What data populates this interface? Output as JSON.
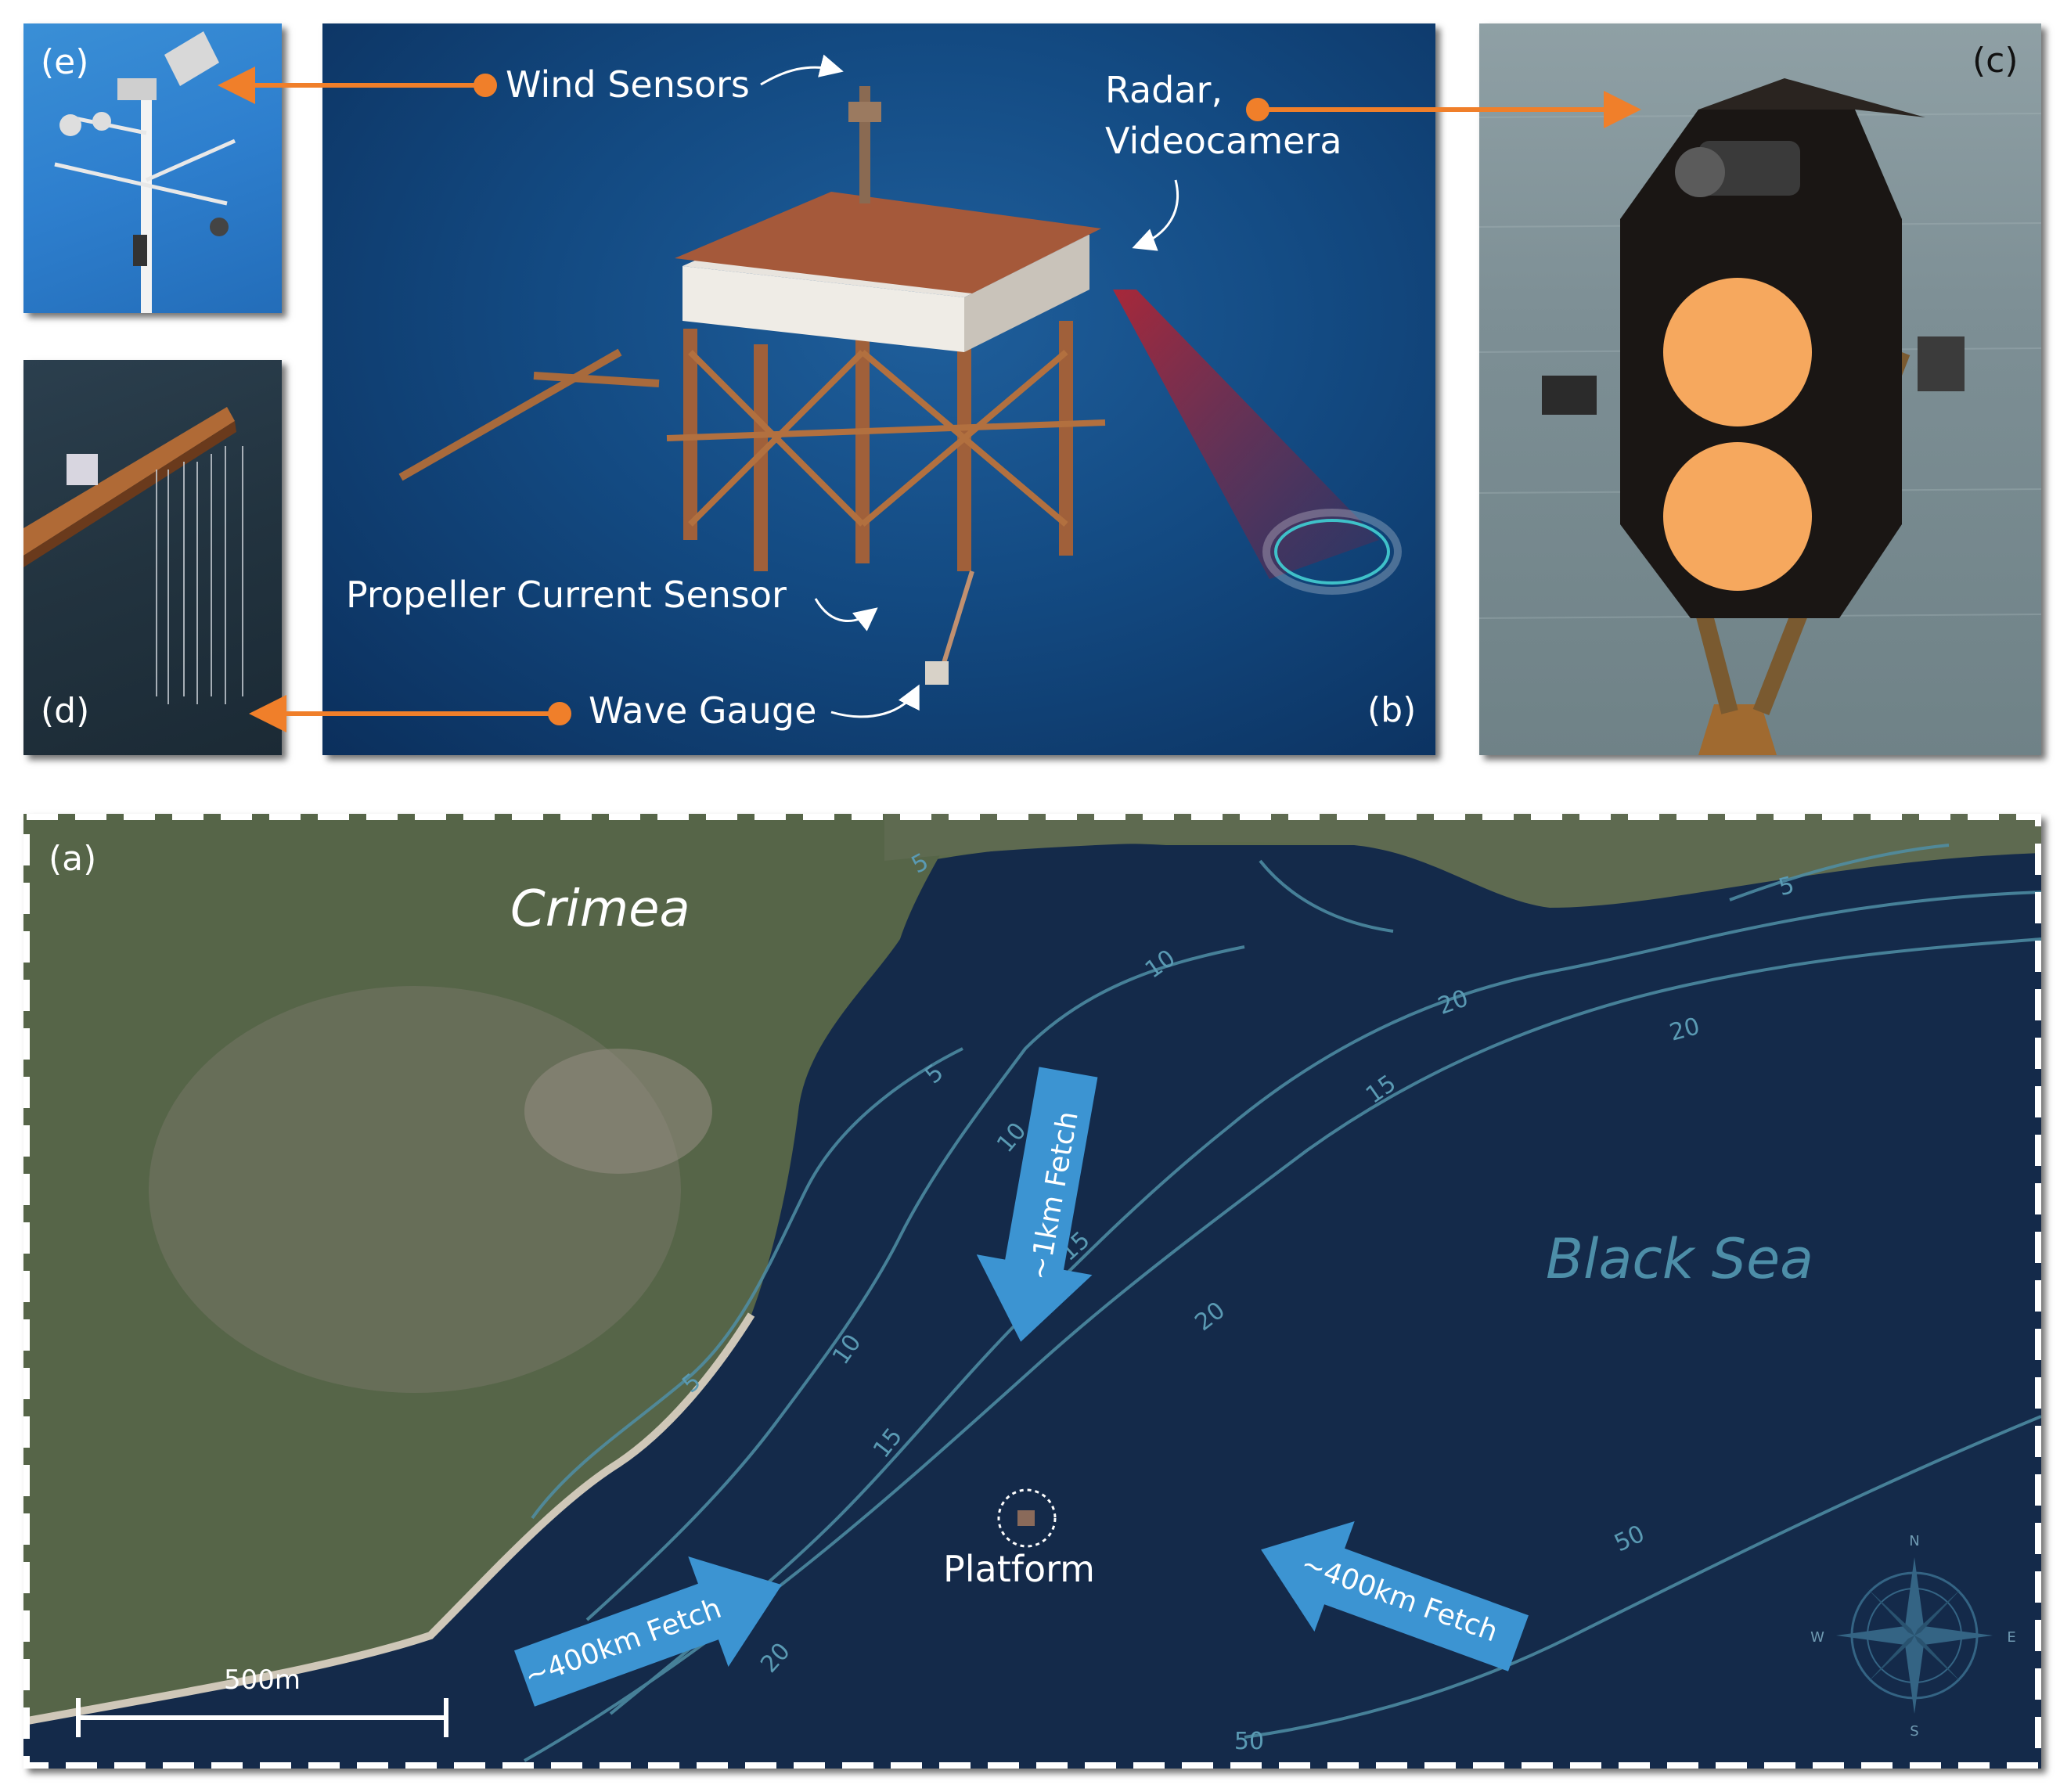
{
  "panels": {
    "e": {
      "label": "(e)"
    },
    "d": {
      "label": "(d)"
    },
    "b": {
      "label": "(b)"
    },
    "c": {
      "label": "(c)"
    },
    "a": {
      "label": "(a)"
    }
  },
  "annotations": {
    "wind_sensors": "Wind Sensors",
    "radar_line1": "Radar,",
    "radar_line2": "Videocamera",
    "propeller": "Propeller Current Sensor",
    "wave_gauge": "Wave Gauge"
  },
  "map": {
    "region_land": "Crimea",
    "region_sea": "Black Sea",
    "platform": "Platform",
    "fetch_north": "~1km Fetch",
    "fetch_west": "~400km Fetch",
    "fetch_east": "~400km Fetch",
    "scale_bar": "500m",
    "compass": {
      "n": "N",
      "s": "S",
      "e": "E",
      "w": "W"
    },
    "contours": [
      "5",
      "10",
      "15",
      "20",
      "50"
    ],
    "contour_labels": [
      "5",
      "5",
      "5",
      "5",
      "10",
      "10",
      "10",
      "15",
      "15",
      "15",
      "20",
      "20",
      "20",
      "20",
      "50",
      "50"
    ]
  },
  "colors": {
    "callout_arrow": "#f07f2a",
    "fetch_arrow": "#3c94d2",
    "contour": "#4f8fa6",
    "sea_label": "#4d8ea8"
  }
}
